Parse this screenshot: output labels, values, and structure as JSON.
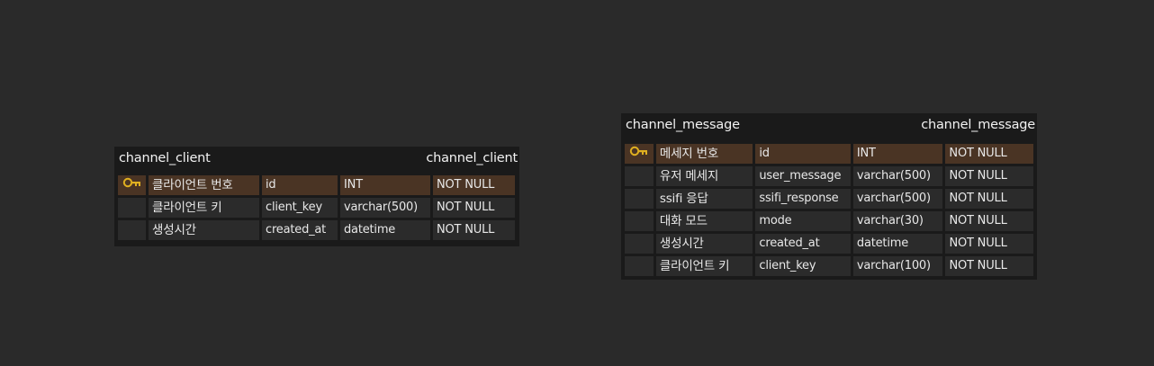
{
  "tables": [
    {
      "name": "channel_client",
      "physical_name": "channel_client",
      "columns": [
        {
          "pk": true,
          "logical": "클라이언트 번호",
          "physical": "id",
          "type": "INT",
          "nullable": "NOT NULL"
        },
        {
          "pk": false,
          "logical": "클라이언트 키",
          "physical": "client_key",
          "type": "varchar(500)",
          "nullable": "NOT NULL"
        },
        {
          "pk": false,
          "logical": "생성시간",
          "physical": "created_at",
          "type": "datetime",
          "nullable": "NOT NULL"
        }
      ]
    },
    {
      "name": "channel_message",
      "physical_name": "channel_message",
      "columns": [
        {
          "pk": true,
          "logical": "메세지 번호",
          "physical": "id",
          "type": "INT",
          "nullable": "NOT NULL"
        },
        {
          "pk": false,
          "logical": "유저 메세지",
          "physical": "user_message",
          "type": "varchar(500)",
          "nullable": "NOT NULL"
        },
        {
          "pk": false,
          "logical": "ssifi 응답",
          "physical": "ssifi_response",
          "type": "varchar(500)",
          "nullable": "NOT NULL"
        },
        {
          "pk": false,
          "logical": "대화 모드",
          "physical": "mode",
          "type": "varchar(30)",
          "nullable": "NOT NULL"
        },
        {
          "pk": false,
          "logical": "생성시간",
          "physical": "created_at",
          "type": "datetime",
          "nullable": "NOT NULL"
        },
        {
          "pk": false,
          "logical": "클라이언트 키",
          "physical": "client_key",
          "type": "varchar(100)",
          "nullable": "NOT NULL"
        }
      ]
    }
  ],
  "colors": {
    "background": "#2a2a2a",
    "entity_bg": "#1a1a1a",
    "cell_bg": "#2b2b2b",
    "pk_row_bg": "#4a3424",
    "key_icon": "#e0b020"
  },
  "icons": {
    "primary_key": "key-icon"
  }
}
